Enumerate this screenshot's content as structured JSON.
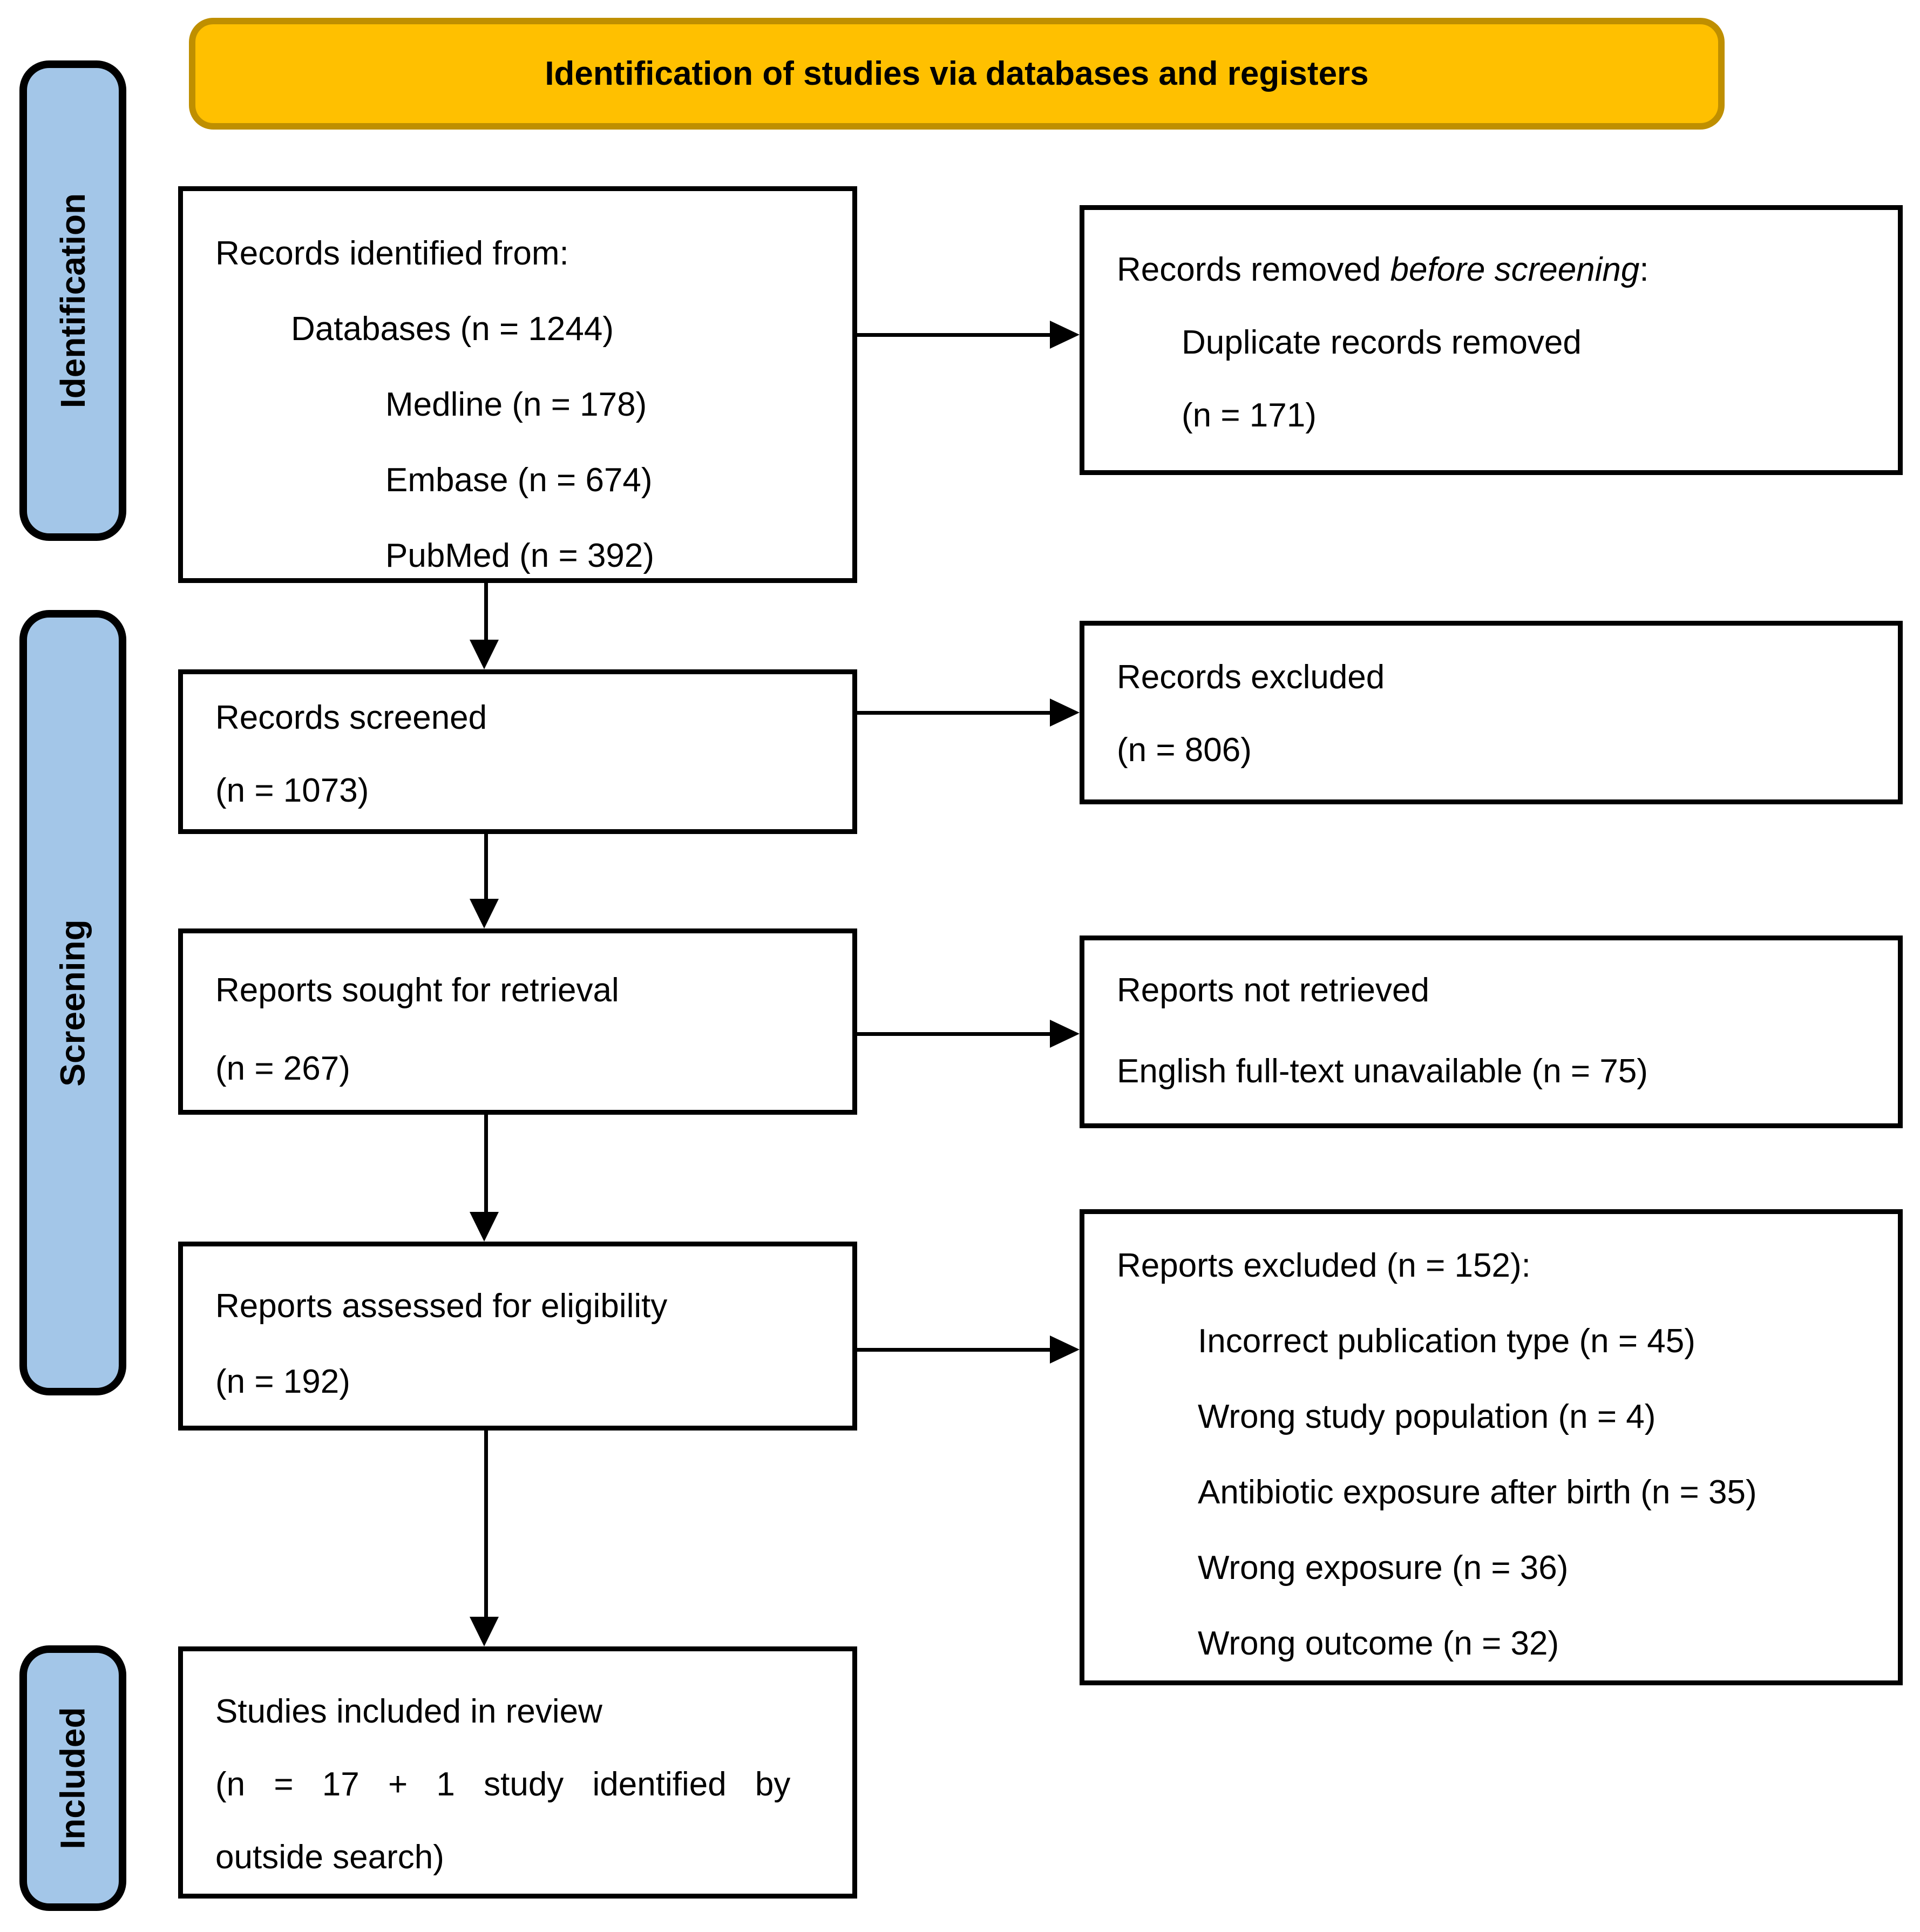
{
  "header": {
    "title": "Identification of studies via databases and registers"
  },
  "sidebar": {
    "items": [
      {
        "label": "Identification"
      },
      {
        "label": "Screening"
      },
      {
        "label": "Included"
      }
    ]
  },
  "colors": {
    "header_bg": "#FFC000",
    "header_border": "#BF8F00",
    "sidebar_bg": "#A3C6E8",
    "box_border": "#000000"
  },
  "boxes": {
    "records_identified": {
      "lines": [
        "Records identified from:",
        "Databases (n = 1244)",
        "Medline (n = 178)",
        "Embase (n = 674)",
        "PubMed (n = 392)"
      ]
    },
    "records_removed": {
      "title_prefix": "Records removed ",
      "title_italic": "before screening",
      "title_suffix": ":",
      "items": [
        "Duplicate records removed",
        "(n = 171)"
      ]
    },
    "records_screened": {
      "lines": [
        "Records screened",
        "(n = 1073)"
      ]
    },
    "records_excluded": {
      "lines": [
        "Records excluded",
        "(n = 806)"
      ]
    },
    "reports_sought": {
      "lines": [
        "Reports sought for retrieval",
        "(n = 267)"
      ]
    },
    "reports_not_retrieved": {
      "lines": [
        "Reports not retrieved",
        "English full-text unavailable (n = 75)"
      ]
    },
    "reports_assessed": {
      "lines": [
        "Reports assessed for eligibility",
        "(n = 192)"
      ]
    },
    "reports_excluded": {
      "title": "Reports excluded (n = 152):",
      "items": [
        "Incorrect publication type (n = 45)",
        "Wrong study population (n = 4)",
        "Antibiotic exposure after birth (n = 35)",
        "Wrong exposure (n = 36)",
        "Wrong outcome (n = 32)"
      ]
    },
    "studies_included": {
      "lines": [
        "Studies included in review",
        "(n = 17 + 1 study identified by",
        "outside search)"
      ]
    }
  }
}
